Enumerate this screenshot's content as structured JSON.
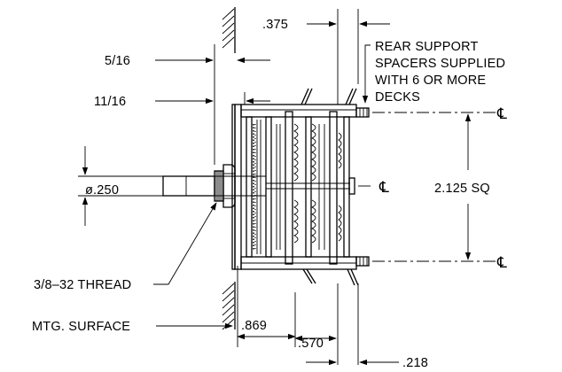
{
  "labels": {
    "dim_375": ".375",
    "dim_5_16": "5/16",
    "dim_11_16": "11/16",
    "dim_250": "ø.250",
    "dim_2125": "2.125 SQ",
    "thread": "3/8–32 THREAD",
    "mtg_surface": "MTG. SURFACE",
    "dim_869": ".869",
    "dim_570": ".570",
    "dim_218": ".218",
    "rear_note": [
      "REAR SUPPORT",
      "SPACERS SUPPLIED",
      "WITH 6 OR MORE",
      "DECKS"
    ],
    "centerline_symbol": "℄"
  }
}
